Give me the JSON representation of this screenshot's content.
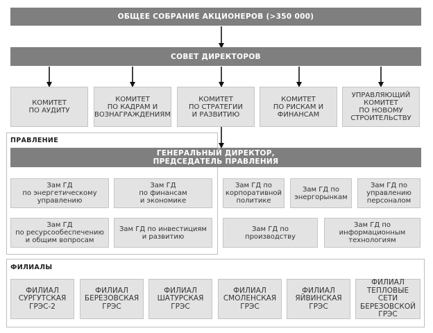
{
  "shareholders": "ОБЩЕЕ СОБРАНИЕ АКЦИОНЕРОВ (>350 000)",
  "board": "СОВЕТ ДИРЕКТОРОВ",
  "committees": [
    "КОМИТЕТ\nПО АУДИТУ",
    "КОМИТЕТ\nПО КАДРАМ И\nВОЗНАГРАЖДЕНИЯМ",
    "КОМИТЕТ\nПО СТРАТЕГИИ\nИ РАЗВИТИЮ",
    "КОМИТЕТ\nПО РИСКАМ И\nФИНАНСАМ",
    "УПРАВЛЯЮЩИЙ\nКОМИТЕТ\nПО НОВОМУ\nСТРОИТЕЛЬСТВУ"
  ],
  "management_label": "ПРАВЛЕНИЕ",
  "ceo": "ГЕНЕРАЛЬНЫЙ ДИРЕКТОР,\nПРЕДСЕДАТЕЛЬ ПРАВЛЕНИЯ",
  "deputies_inside": [
    "Зам ГД\nпо энергетическому\nуправлению",
    "Зам ГД\nпо финансам\nи экономике",
    "Зам ГД\nпо ресурсообеспечению\nи общим вопросам",
    "Зам ГД по инвестициям\nи развитию"
  ],
  "deputies_outside": [
    "Зам ГД по\nкорпоративной\nполитике",
    "Зам ГД по\nэнергорынкам",
    "Зам ГД по\nуправлению\nперсоналом",
    "Зам ГД по\nпроизводству",
    "Зам ГД по\nинформационным\nтехнологиям"
  ],
  "branches_label": "ФИЛИАЛЫ",
  "branches": [
    "ФИЛИАЛ\nСУРГУТСКАЯ\nГРЭС-2",
    "ФИЛИАЛ\nБЕРЕЗОВСКАЯ\nГРЭС",
    "ФИЛИАЛ\nШАТУРСКАЯ\nГРЭС",
    "ФИЛИАЛ\nСМОЛЕНСКАЯ\nГРЭС",
    "ФИЛИАЛ\nЯЙВИНСКАЯ\nГРЭС",
    "ФИЛИАЛ\nТЕПЛОВЫЕ СЕТИ\nБЕРЕЗОВСКОЙ\nГРЭС"
  ]
}
